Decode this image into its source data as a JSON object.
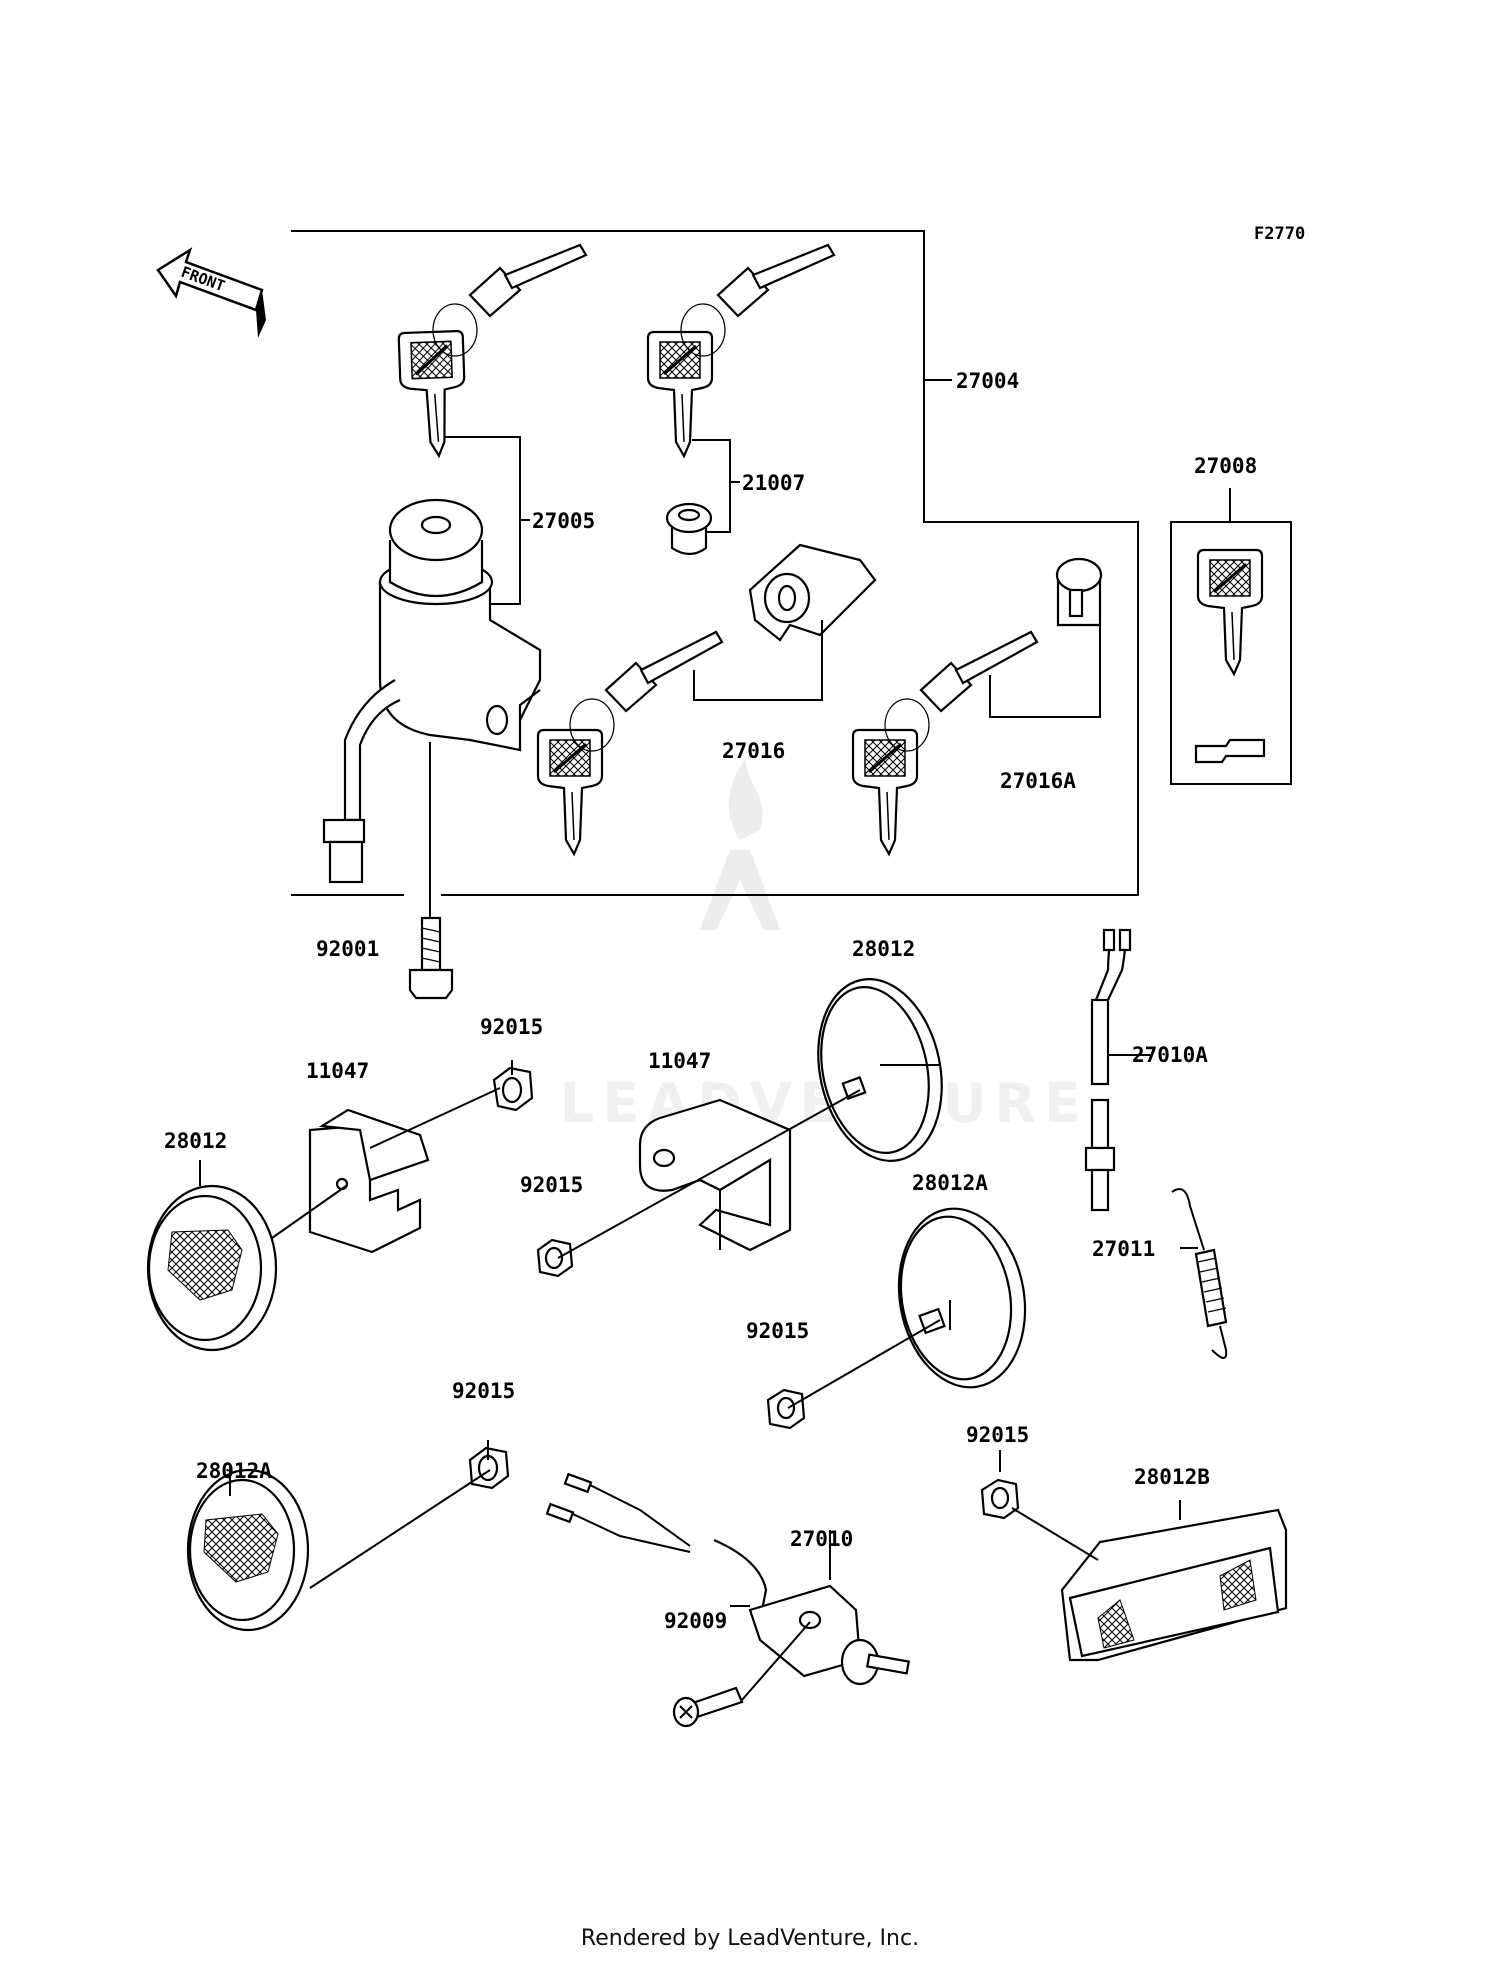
{
  "figure_id": "F2770",
  "front_label": "FRONT",
  "footer": "Rendered by LeadVenture, Inc.",
  "watermark_text": "LEADVENTURE",
  "colors": {
    "ink": "#000000",
    "watermark": "#ececec",
    "background": "#ffffff"
  },
  "part_labels": {
    "p27004": "27004",
    "p21007": "21007",
    "p27005": "27005",
    "p27016": "27016",
    "p27016A": "27016A",
    "p27008": "27008",
    "p92001": "92001",
    "p92015_a": "92015",
    "p11047_a": "11047",
    "p28012_a": "28012",
    "p11047_b": "11047",
    "p28012_b": "28012",
    "p27010A": "27010A",
    "p92015_b": "92015",
    "p28012A_a": "28012A",
    "p27011": "27011",
    "p92015_c": "92015",
    "p92015_d": "92015",
    "p28012A_b": "28012A",
    "p27010": "27010",
    "p92009": "92009",
    "p92015_e": "92015",
    "p28012B": "28012B"
  }
}
